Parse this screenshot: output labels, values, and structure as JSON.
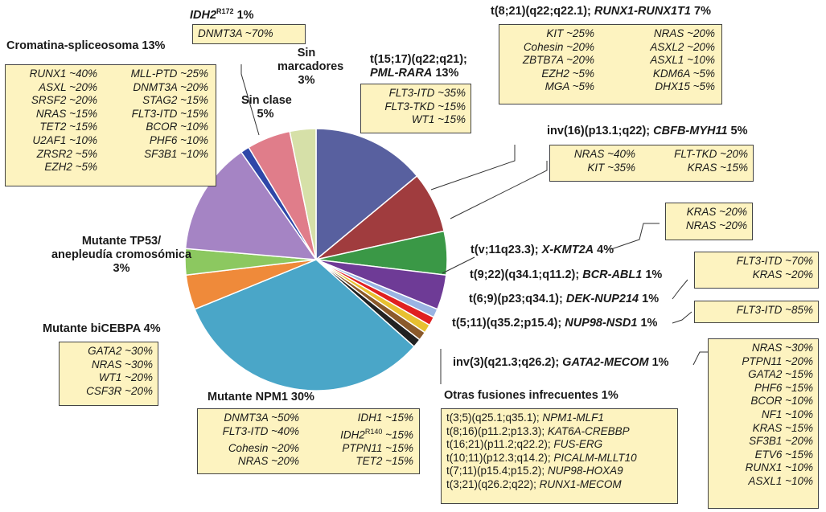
{
  "chart_data": {
    "type": "pie",
    "title": "",
    "slices": [
      {
        "name": "t(15;17)(q22;q21); PML-RARA",
        "value": 13,
        "color": "#58609f"
      },
      {
        "name": "t(8;21)(q22;q22.1); RUNX1-RUNX1T1",
        "value": 7,
        "color": "#a03c3e"
      },
      {
        "name": "inv(16)(p13.1;q22); CBFB-MYH11",
        "value": 5,
        "color": "#3a9846"
      },
      {
        "name": "t(v;11q23.3); X-KMT2A",
        "value": 4,
        "color": "#6e3b96"
      },
      {
        "name": "t(9;22)(q34.1;q11.2); BCR-ABL1",
        "value": 1,
        "color": "#9ab4e2"
      },
      {
        "name": "t(6;9)(p23;q34.1); DEK-NUP214",
        "value": 1,
        "color": "#e02020"
      },
      {
        "name": "t(5;11)(q35.2;p15.4); NUP98-NSD1",
        "value": 1,
        "color": "#e8c030"
      },
      {
        "name": "inv(3)(q21.3;q26.2); GATA2-MECOM",
        "value": 1,
        "color": "#8b5a2b"
      },
      {
        "name": "Otras fusiones infrecuentes",
        "value": 1,
        "color": "#222222"
      },
      {
        "name": "Mutante NPM1",
        "value": 30,
        "color": "#4aa6c8"
      },
      {
        "name": "Mutante biCEBPA",
        "value": 4,
        "color": "#ef8a3a"
      },
      {
        "name": "Mutante TP53/ anepleudía cromosómica",
        "value": 3,
        "color": "#8cc860"
      },
      {
        "name": "Cromatina-spliceosoma",
        "value": 13,
        "color": "#a584c4"
      },
      {
        "name": "IDH2 R172",
        "value": 1,
        "color": "#2f47a8"
      },
      {
        "name": "Sin clase",
        "value": 5,
        "color": "#e07d8a"
      },
      {
        "name": "Sin marcadores",
        "value": 3,
        "color": "#d6e0a8"
      }
    ]
  },
  "labels": {
    "pml": {
      "l1": "t(15;17)(q22;q21);",
      "l2a": "PML-RARA",
      "l2b": " 13%"
    },
    "runx1": {
      "a": "t(8;21)(q22;q22.1); ",
      "b": "RUNX1-RUNX1T1",
      "c": " 7%"
    },
    "cbfb": {
      "a": "inv(16)(p13.1;q22); ",
      "b": "CBFB-MYH11",
      "c": " 5%"
    },
    "kmt2a": {
      "a": "t(v;11q23.3); ",
      "b": "X-KMT2A",
      "c": " 4%"
    },
    "bcr": {
      "a": "t(9;22)(q34.1;q11.2); ",
      "b": "BCR-ABL1",
      "c": " 1%"
    },
    "dek": {
      "a": "t(6;9)(p23;q34.1); ",
      "b": "DEK-NUP214",
      "c": " 1%"
    },
    "nup98": {
      "a": "t(5;11)(q35.2;p15.4); ",
      "b": "NUP98-NSD1",
      "c": " 1%"
    },
    "gata2": {
      "a": "inv(3)(q21.3;q26.2); ",
      "b": "GATA2-MECOM",
      "c": " 1%"
    },
    "otras": "Otras fusiones infrecuentes 1%",
    "npm1": "Mutante NPM1 30%",
    "cebpa": "Mutante biCEBPA 4%",
    "tp53": {
      "l1": "Mutante TP53/",
      "l2": "anepleudía cromosómica",
      "l3": "3%"
    },
    "crom": "Cromatina-spliceosoma 13%",
    "idh2": {
      "a": "IDH2",
      "sup": "R172",
      "c": " 1%"
    },
    "sinclase": {
      "l1": "Sin clase",
      "l2": "5%"
    },
    "sinmarc": {
      "l1": "Sin",
      "l2": "marcadores",
      "l3": "3%"
    }
  },
  "boxes": {
    "idh2": "DNMT3A ~70%",
    "crom": [
      [
        "RUNX1 ~40%",
        "MLL-PTD ~25%"
      ],
      [
        "ASXL ~20%",
        "DNMT3A ~20%"
      ],
      [
        "SRSF2 ~20%",
        "STAG2 ~15%"
      ],
      [
        "NRAS ~15%",
        "FLT3-ITD ~15%"
      ],
      [
        "TET2 ~15%",
        "BCOR ~10%"
      ],
      [
        "U2AF1 ~10%",
        "PHF6 ~10%"
      ],
      [
        "ZRSR2 ~5%",
        "SF3B1 ~10%"
      ],
      [
        "EZH2 ~5%",
        ""
      ]
    ],
    "pml": [
      "FLT3-ITD ~35%",
      "FLT3-TKD ~15%",
      "WT1 ~15%"
    ],
    "runx1": [
      [
        "KIT ~25%",
        "NRAS ~20%"
      ],
      [
        "Cohesin ~20%",
        "ASXL2 ~20%"
      ],
      [
        "ZBTB7A ~20%",
        "ASXL1 ~10%"
      ],
      [
        "EZH2 ~5%",
        "KDM6A ~5%"
      ],
      [
        "MGA ~5%",
        "DHX15 ~5%"
      ]
    ],
    "cbfb": [
      [
        "NRAS ~40%",
        "FLT-TKD ~20%"
      ],
      [
        "KIT ~35%",
        "KRAS ~15%"
      ]
    ],
    "kmt2a": [
      "KRAS ~20%",
      "NRAS ~20%"
    ],
    "dek": [
      "FLT3-ITD ~70%",
      "KRAS ~20%"
    ],
    "nup98": [
      "FLT3-ITD ~85%"
    ],
    "gata2": [
      "NRAS ~30%",
      "PTPN11 ~20%",
      "GATA2 ~15%",
      "PHF6 ~15%",
      "BCOR ~10%",
      "NF1 ~10%",
      "KRAS ~15%",
      "SF3B1 ~20%",
      "ETV6 ~15%",
      "RUNX1 ~10%",
      "ASXL1 ~10%"
    ],
    "cebpa": [
      "GATA2 ~30%",
      "NRAS ~30%",
      "WT1 ~20%",
      "CSF3R ~20%"
    ],
    "npm1": [
      [
        "DNMT3A ~50%",
        "IDH1 ~15%"
      ],
      [
        "FLT3-ITD ~40%",
        "IDH2 R140 ~15%"
      ],
      [
        "Cohesin ~20%",
        "PTPN11 ~15%"
      ],
      [
        "NRAS ~20%",
        "TET2 ~15%"
      ]
    ],
    "npm1_idh2": {
      "a": "IDH2",
      "sup": "R140",
      "c": " ~15%"
    },
    "otras": [
      [
        "t(3;5)(q25.1;q35.1); ",
        "NPM1-MLF1"
      ],
      [
        "t(8;16)(p11.2;p13.3); ",
        "KAT6A-CREBBP"
      ],
      [
        "t(16;21)(p11.2;q22.2); ",
        "FUS-ERG"
      ],
      [
        "t(10;11)(p12.3;q14.2); ",
        "PICALM-MLLT10"
      ],
      [
        "t(7;11)(p15.4;p15.2); ",
        "NUP98-HOXA9"
      ],
      [
        "t(3;21)(q26.2;q22); ",
        "RUNX1-MECOM"
      ]
    ]
  }
}
